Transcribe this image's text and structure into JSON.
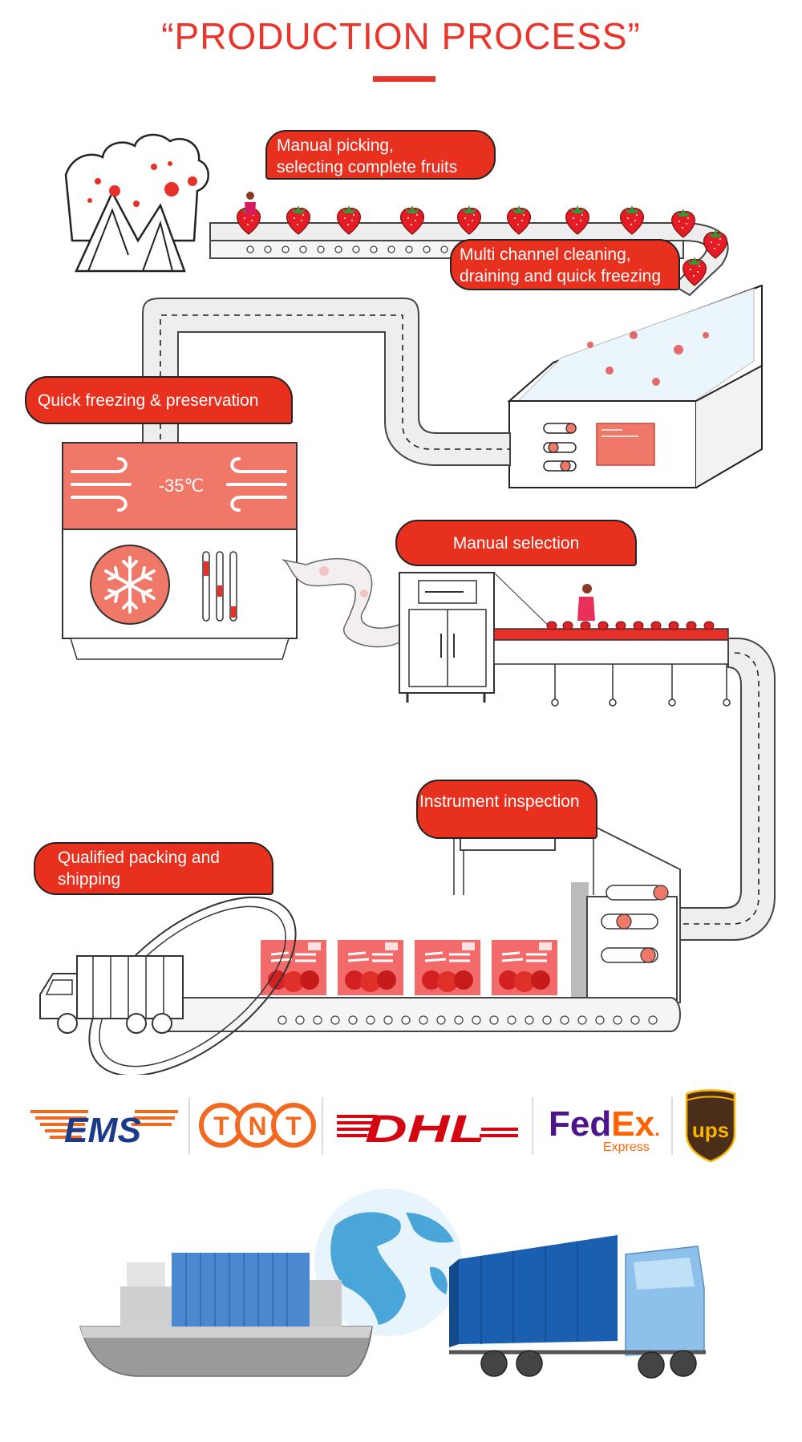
{
  "header": {
    "title": "“PRODUCTION PROCESS”"
  },
  "steps": [
    {
      "lines": [
        "Manual picking,",
        "selecting complete fruits"
      ]
    },
    {
      "lines": [
        "Multi channel cleaning,",
        "draining and quick freezing"
      ]
    },
    {
      "lines": [
        "Quick freezing & preservation"
      ]
    },
    {
      "lines": [
        "Manual selection"
      ]
    },
    {
      "lines": [
        "Instrument inspection"
      ]
    },
    {
      "lines": [
        "Qualified packing and",
        "shipping"
      ]
    }
  ],
  "freezer": {
    "temperature": "-35℃"
  },
  "carriers": {
    "ems": "EMS",
    "tnt": [
      "T",
      "N",
      "T"
    ],
    "dhl": "DHL",
    "fedex": {
      "fed": "Fed",
      "ex": "Ex",
      "dot": ".",
      "sub": "Express"
    },
    "ups": "ups"
  },
  "colors": {
    "accent": "#e8362c",
    "bubble": "#e8301f",
    "machine_panel": "#f07868",
    "fedex_purple": "#4d148c",
    "fedex_orange": "#ff6200",
    "dhl_red": "#d40511",
    "ups_brown": "#4b2e1a",
    "ups_gold": "#f8b400",
    "belt_gray": "#eeeeee",
    "ship_blue": "#4a88d0"
  }
}
